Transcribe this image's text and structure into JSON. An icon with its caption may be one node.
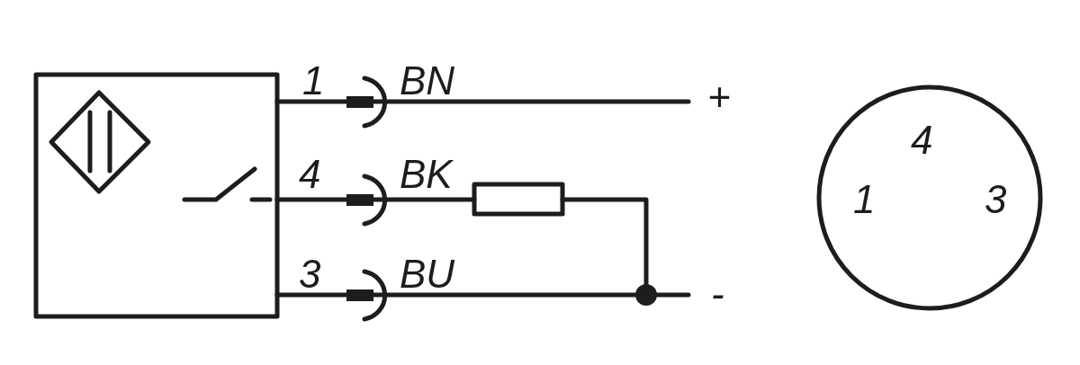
{
  "diagram": {
    "labels": [
      "1",
      "BN",
      "+",
      "4",
      "BK",
      "3",
      "BU",
      "-",
      "4",
      "1",
      "3"
    ]
  }
}
